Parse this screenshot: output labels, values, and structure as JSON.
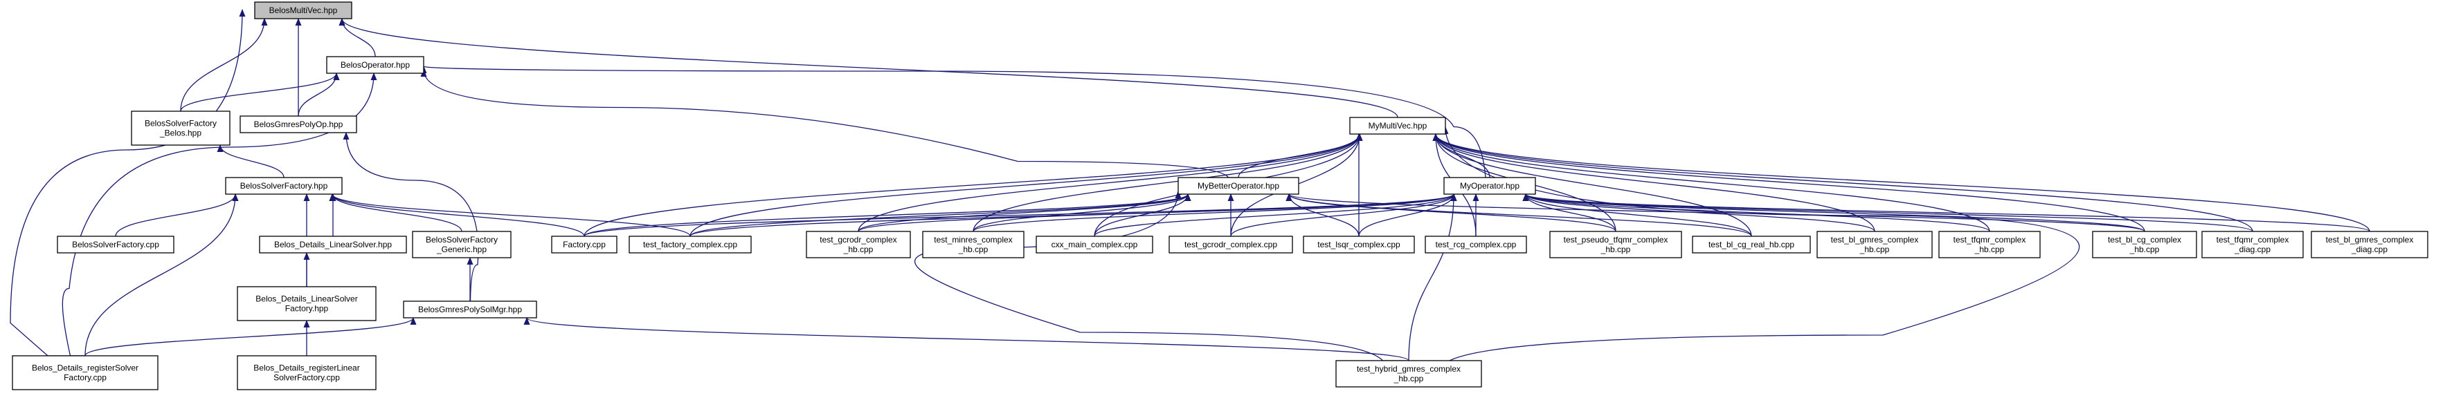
{
  "graph": {
    "colors": {
      "background": "#ffffff",
      "node_fill": "#ffffff",
      "root_fill": "#bfbfbf",
      "node_border": "#000000",
      "edge": "#191970"
    },
    "nodes": {
      "multivec": [
        "BelosMultiVec.hpp"
      ],
      "operator": [
        "BelosOperator.hpp"
      ],
      "solverfactory_belos": [
        "BelosSolverFactory",
        "_Belos.hpp"
      ],
      "gmrespolyop": [
        "BelosGmresPolyOp.hpp"
      ],
      "mymultivec": [
        "MyMultiVec.hpp"
      ],
      "solverfactory_hpp": [
        "BelosSolverFactory.hpp"
      ],
      "mybetteroperator": [
        "MyBetterOperator.hpp"
      ],
      "myoperator": [
        "MyOperator.hpp"
      ],
      "solverfactory_cpp": [
        "BelosSolverFactory.cpp"
      ],
      "details_linearsolver": [
        "Belos_Details_LinearSolver.hpp"
      ],
      "solverfactory_generic": [
        "BelosSolverFactory",
        "_Generic.hpp"
      ],
      "factory_cpp": [
        "Factory.cpp"
      ],
      "test_factory_complex": [
        "test_factory_complex.cpp"
      ],
      "test_gcrodr_complex_hb": [
        "test_gcrodr_complex",
        "_hb.cpp"
      ],
      "test_minres_complex_hb": [
        "test_minres_complex",
        "_hb.cpp"
      ],
      "cxx_main_complex": [
        "cxx_main_complex.cpp"
      ],
      "test_gcrodr_complex": [
        "test_gcrodr_complex.cpp"
      ],
      "test_lsqr_complex": [
        "test_lsqr_complex.cpp"
      ],
      "test_rcg_complex": [
        "test_rcg_complex.cpp"
      ],
      "test_pseudo_tfqmr": [
        "test_pseudo_tfqmr_complex",
        "_hb.cpp"
      ],
      "test_bl_cg_real_hb": [
        "test_bl_cg_real_hb.cpp"
      ],
      "test_bl_gmres_complex_hb": [
        "test_bl_gmres_complex",
        "_hb.cpp"
      ],
      "test_tfqmr_complex_hb": [
        "test_tfqmr_complex",
        "_hb.cpp"
      ],
      "test_bl_cg_complex_hb": [
        "test_bl_cg_complex",
        "_hb.cpp"
      ],
      "test_tfqmr_complex_diag": [
        "test_tfqmr_complex",
        "_diag.cpp"
      ],
      "test_bl_gmres_complex_diag": [
        "test_bl_gmres_complex",
        "_diag.cpp"
      ],
      "details_linearsolverfactory": [
        "Belos_Details_LinearSolver",
        "Factory.hpp"
      ],
      "gmrespolysolmgr": [
        "BelosGmresPolySolMgr.hpp"
      ],
      "details_register_solverfactory": [
        "Belos_Details_registerSolver",
        "Factory.cpp"
      ],
      "details_register_linearsolverfactory": [
        "Belos_Details_registerLinear",
        "SolverFactory.cpp"
      ],
      "test_hybrid_gmres": [
        "test_hybrid_gmres_complex",
        "_hb.cpp"
      ]
    }
  }
}
